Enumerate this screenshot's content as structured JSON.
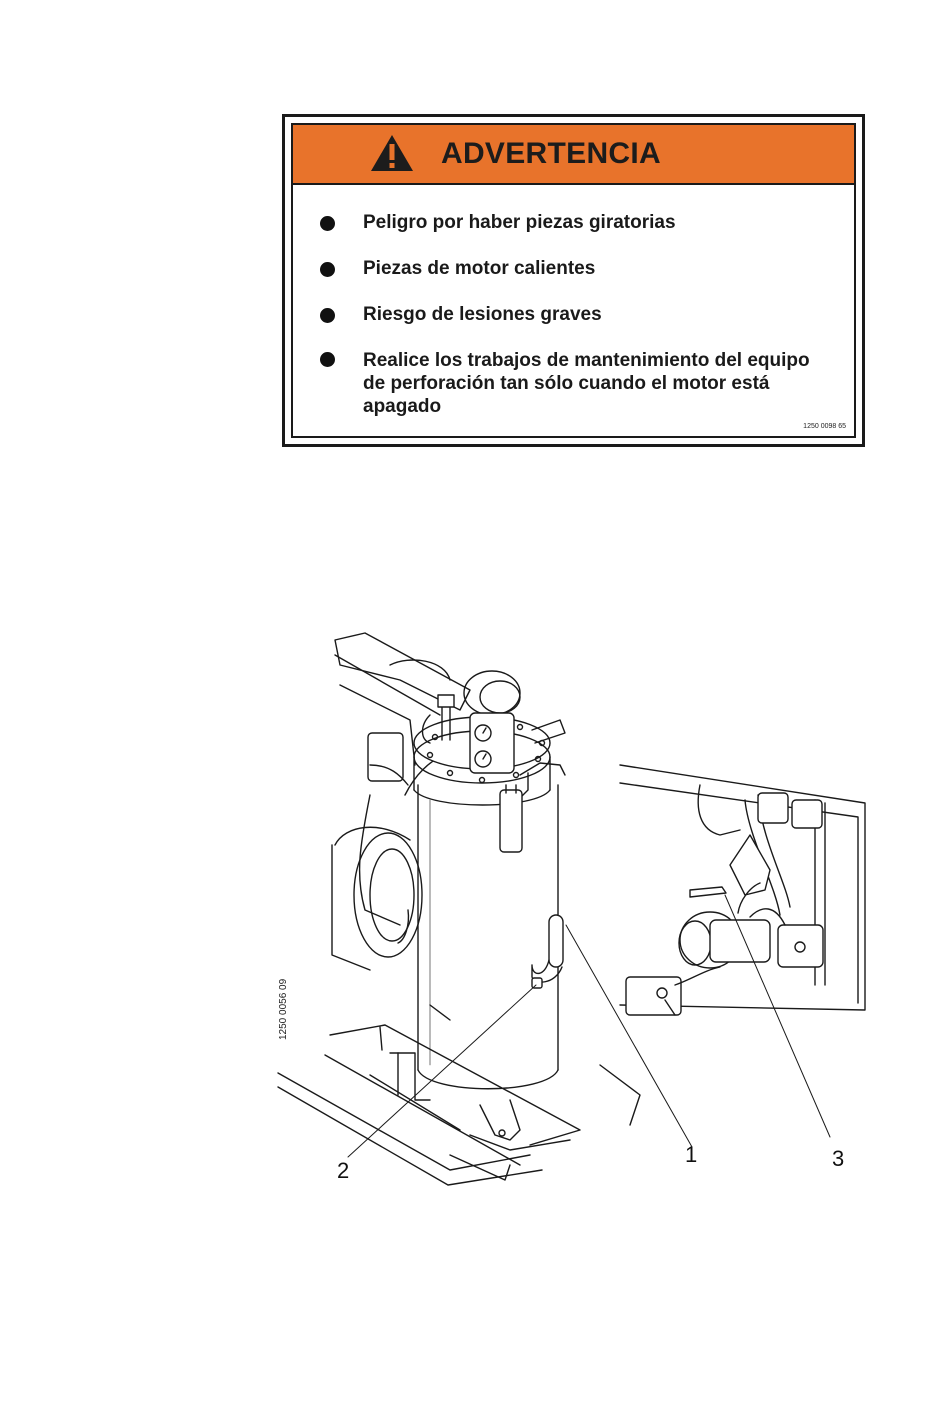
{
  "warning": {
    "title": "ADVERTENCIA",
    "icon": "warning-triangle-icon",
    "header_color": "#e8732b",
    "items": [
      "Peligro por haber piezas giratorias",
      "Piezas de motor calientes",
      "Riesgo de lesiones graves",
      "Realice los trabajos de mantenimiento del equipo de perforación tan sólo cuando el motor está apagado"
    ],
    "code": "1250 0098 65"
  },
  "figure": {
    "code": "1250 0056 09",
    "callouts": [
      "1",
      "2",
      "3"
    ]
  }
}
